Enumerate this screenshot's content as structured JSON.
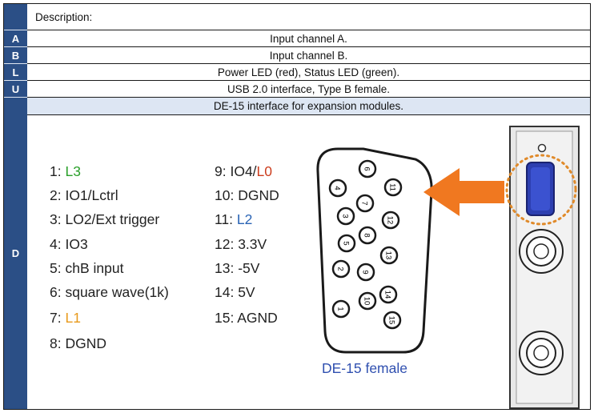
{
  "header": {
    "description_label": "Description:"
  },
  "rows": [
    {
      "letter": "A",
      "text": "Input channel A."
    },
    {
      "letter": "B",
      "text": "Input channel B."
    },
    {
      "letter": "L",
      "text": "Power LED (red), Status LED (green)."
    },
    {
      "letter": "U",
      "text": "USB 2.0 interface, Type B female."
    },
    {
      "letter": "D",
      "text": "DE-15 interface for expansion modules."
    }
  ],
  "pins_left": [
    {
      "num": "1: ",
      "name": "L3",
      "color": "#2aa02a"
    },
    {
      "num": "2: ",
      "name": "IO1/Lctrl"
    },
    {
      "num": "3: ",
      "name": "LO2/Ext trigger"
    },
    {
      "num": "4: ",
      "name": "IO3"
    },
    {
      "num": "5: ",
      "name": "chB input"
    },
    {
      "num": "6: ",
      "name": "square wave(1k)"
    },
    {
      "num": "7: ",
      "name": "L1",
      "color": "#e89a1c"
    },
    {
      "num": "8: ",
      "name": "DGND"
    }
  ],
  "pins_right": [
    {
      "num": "9: ",
      "name_a": "IO4/",
      "name_b": "L0",
      "color": "#cc3d1e"
    },
    {
      "num": "10: ",
      "name": "DGND"
    },
    {
      "num": "11: ",
      "name": "L2",
      "color": "#2a64b5"
    },
    {
      "num": "12: ",
      "name": "3.3V"
    },
    {
      "num": "13: ",
      "name": "-5V"
    },
    {
      "num": "14: ",
      "name": "5V"
    },
    {
      "num": "15: ",
      "name": "AGND"
    }
  ],
  "connector": {
    "label": "DE-15 female",
    "pin_numbers": [
      "1",
      "2",
      "3",
      "4",
      "5",
      "6",
      "7",
      "8",
      "9",
      "10",
      "11",
      "12",
      "13",
      "14",
      "15"
    ]
  },
  "colors": {
    "letter_column": "#2b4f86",
    "shaded_row": "#dde6f3",
    "arrow": "#f07820",
    "port": "#2d3fb0",
    "highlight_circle": "#e08a2a"
  }
}
